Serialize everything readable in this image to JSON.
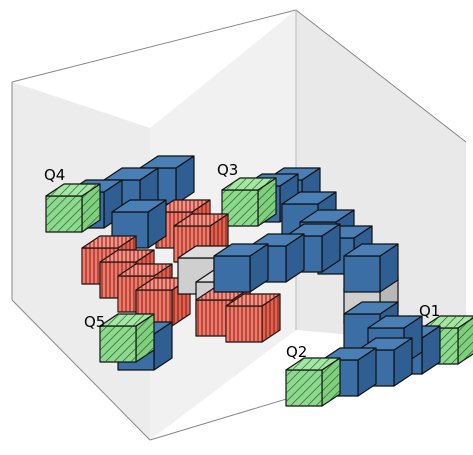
{
  "colors": {
    "room_face": "#e6e6e6",
    "room_edge": "#808080",
    "blue": "#3a6ea5",
    "green": "#8fd88f",
    "red": "#f17a6b",
    "gray": "#d0d0d0",
    "outline": "#111111"
  },
  "labels": {
    "q1": "Q1",
    "q2": "Q2",
    "q3": "Q3",
    "q4": "Q4",
    "q5": "Q5"
  },
  "legend_types": [
    "blue",
    "green",
    "red",
    "gray"
  ]
}
